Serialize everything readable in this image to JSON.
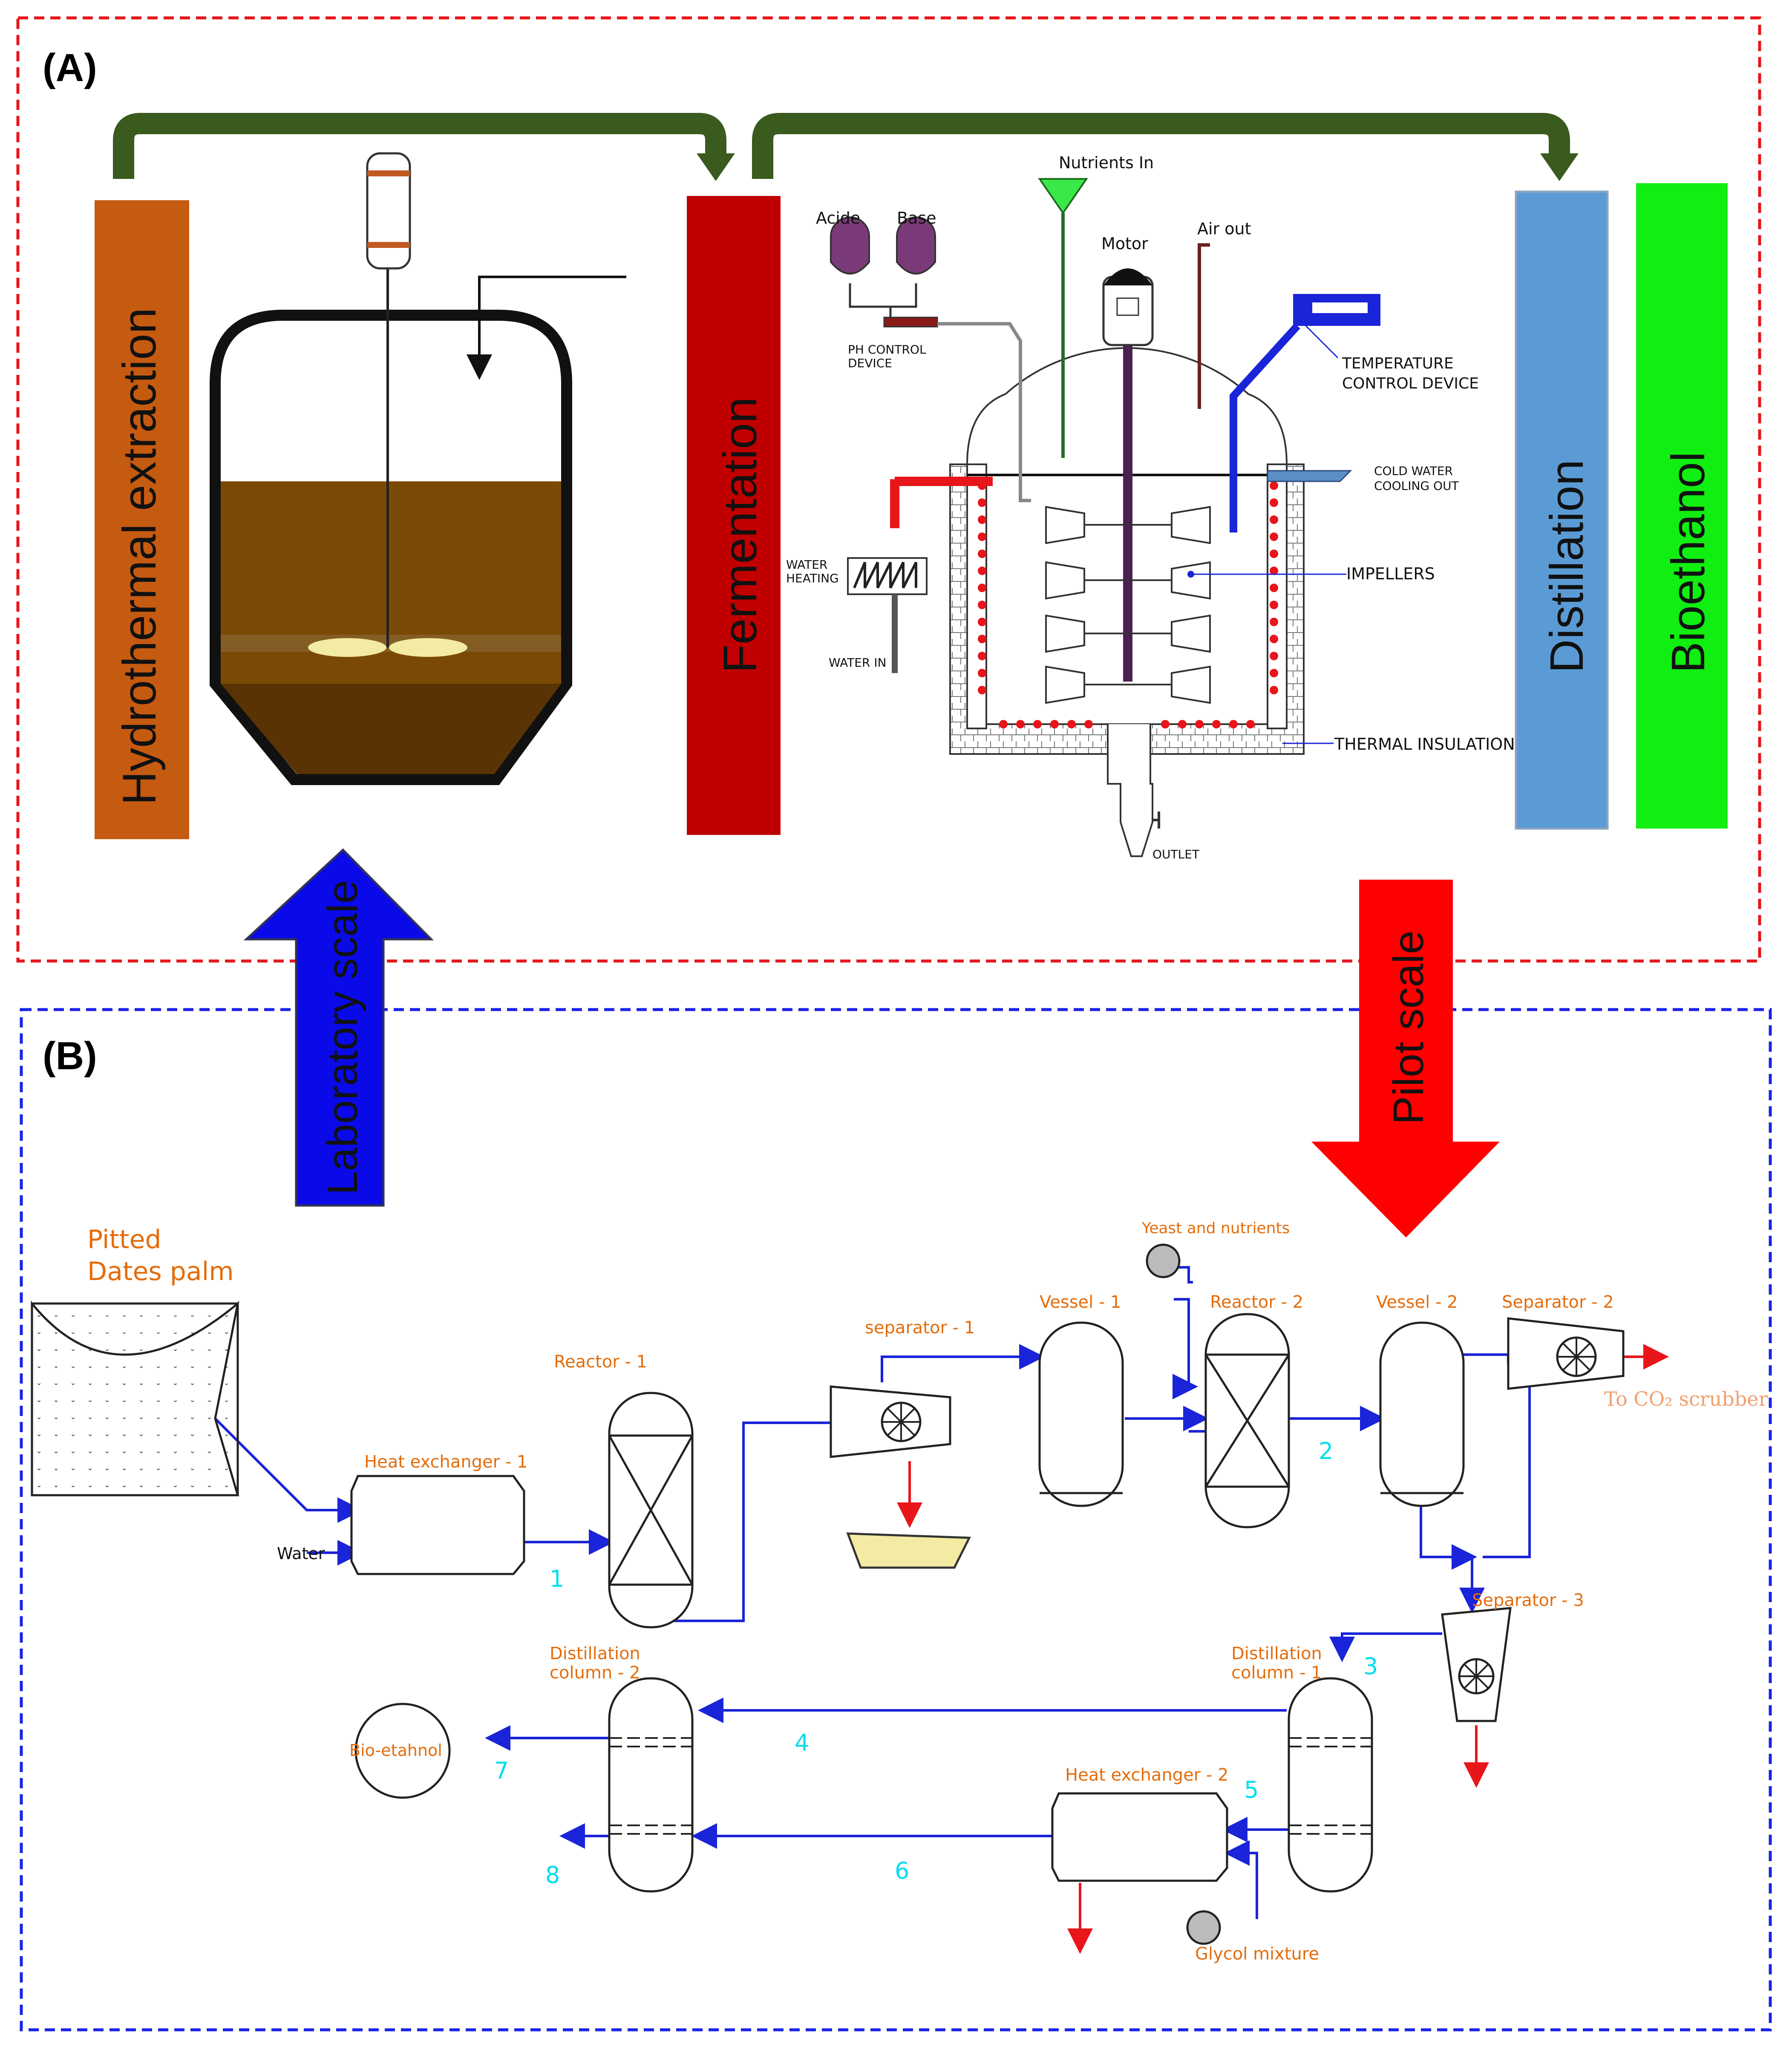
{
  "panel_a": {
    "label": "(A)",
    "stages": {
      "hydrothermal": "Hydrothermal extraction",
      "fermentation": "Fermentation",
      "distillation": "Distillation",
      "bioethanol": "Bioethanol"
    },
    "fermenter": {
      "nutrients_in": "Nutrients In",
      "acide": "Acide",
      "base": "Base",
      "motor": "Motor",
      "air_out": "Air out",
      "ph_control_1": "PH CONTROL",
      "ph_control_2": "DEVICE",
      "temp_control_1": "TEMPERATURE",
      "temp_control_2": "CONTROL DEVICE",
      "cold_water_1": "COLD WATER",
      "cold_water_2": "COOLING OUT",
      "impellers": "IMPELLERS",
      "water_heating_1": "WATER",
      "water_heating_2": "HEATING",
      "water_in": "WATER IN",
      "thermal_insulation": "THERMAL INSULATION",
      "outlet": "OUTLET"
    }
  },
  "arrows": {
    "laboratory": "Laboratory scale",
    "pilot": "Pilot scale"
  },
  "panel_b": {
    "label": "(B)",
    "feed_1": "Pitted",
    "feed_2": "Dates palm",
    "water": "Water",
    "heat_exchanger_1": "Heat exchanger - 1",
    "reactor_1": "Reactor  -  1",
    "separator_1": "separator - 1",
    "vessel_1": "Vessel - 1",
    "yeast": "Yeast and nutrients",
    "reactor_2": "Reactor  -  2",
    "vessel_2": "Vessel - 2",
    "separator_2": "Separator - 2",
    "to_scrubber": "To CO₂ scrubber",
    "separator_3": "Separator - 3",
    "dist_col_1_a": "Distillation",
    "dist_col_1_b": "column  -  1",
    "dist_col_2_a": "Distillation",
    "dist_col_2_b": "column  -  2",
    "heat_exchanger_2": "Heat exchanger - 2",
    "bio_ethanol": "Bio-etahnol",
    "glycol": "Glycol mixture",
    "streams": [
      "1",
      "2",
      "3",
      "4",
      "5",
      "6",
      "7",
      "8"
    ]
  },
  "colors": {
    "red_dash": "#e8151b",
    "blue_dash": "#1a24e8",
    "orange_bar": "#c55a11",
    "red_bar": "#c00000",
    "blue_bar": "#5b9bd5",
    "green_bar": "#11ee11",
    "flow_line": "#1a24d8",
    "stream_number": "#00ddee",
    "dark_green_arrow": "#3a5a1e"
  }
}
